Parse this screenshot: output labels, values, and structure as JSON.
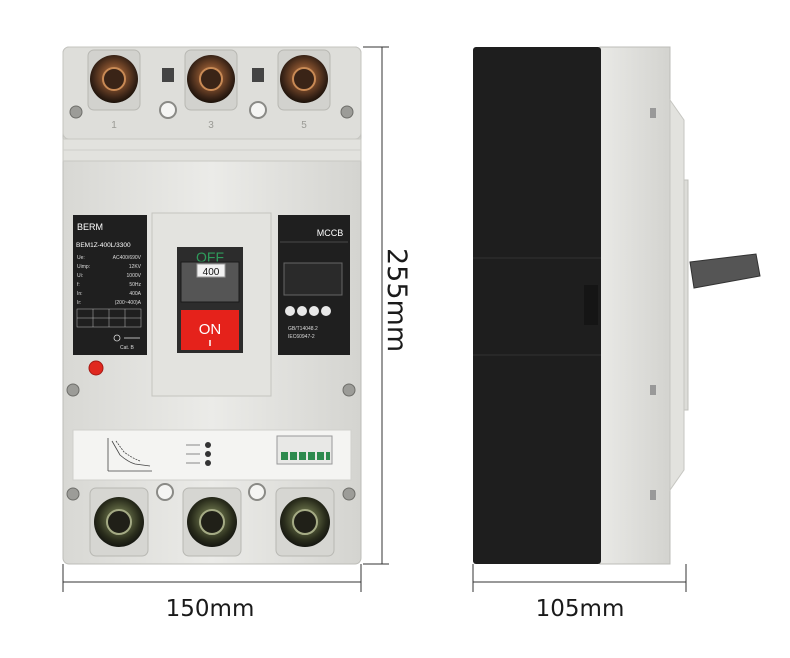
{
  "dimensions": {
    "width": "150mm",
    "height": "255mm",
    "depth": "105mm"
  },
  "front_panel": {
    "brand": "BERM",
    "model": "BEM1Z-400L/3300",
    "specs": [
      {
        "key": "Ue:",
        "value": "AC400/690V"
      },
      {
        "key": "Uimp:",
        "value": "12KV"
      },
      {
        "key": "Ui:",
        "value": "1000V"
      },
      {
        "key": "f:",
        "value": "50Hz"
      },
      {
        "key": "In:",
        "value": "400A"
      },
      {
        "key": "Ir:",
        "value": "(200~400)A"
      }
    ],
    "product_type": "MCCB",
    "standards": [
      "GB/T14048.2",
      "IEC60947-2"
    ],
    "cat_label": "Cat. B",
    "handle": {
      "off_label": "OFF",
      "rating_label": "400",
      "on_label": "ON"
    },
    "terminal_numbers_top": [
      "1",
      "3",
      "5"
    ]
  },
  "colors": {
    "body": "#e6e6e3",
    "side_black": "#1e1e1e",
    "on_red": "#e5221b",
    "off_green": "#2f9a5b",
    "label_black": "#202020"
  }
}
